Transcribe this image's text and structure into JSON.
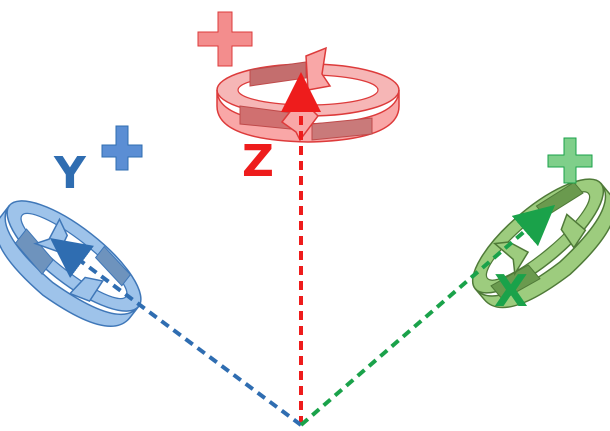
{
  "axes": {
    "x": {
      "label": "X",
      "sign": "+",
      "color": "#1aa24a",
      "ring_fill": "#9dcc7e",
      "ring_dark": "#6a9a4e",
      "ring_stroke": "#4f7a38",
      "plus_color": "#7fcf8a"
    },
    "y": {
      "label": "Y",
      "sign": "+",
      "color": "#2f6db1",
      "ring_fill": "#9ec3ea",
      "ring_dark": "#6e93bd",
      "ring_stroke": "#3f77b8",
      "plus_color": "#5b8ed4"
    },
    "z": {
      "label": "Z",
      "sign": "+",
      "color": "#ee1c1c",
      "ring_fill": "#f9a7a7",
      "ring_dark": "#d07070",
      "ring_stroke": "#dd3b3b",
      "plus_color": "#f38d8d"
    }
  }
}
